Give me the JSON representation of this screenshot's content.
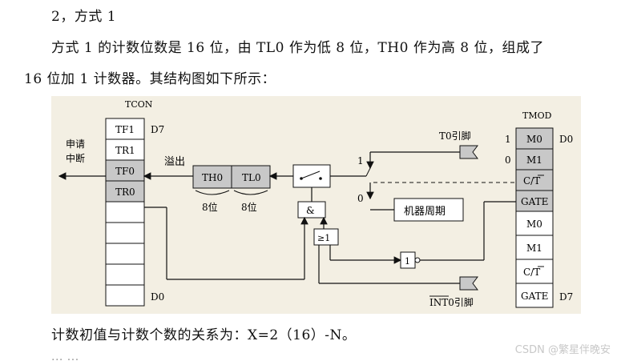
{
  "doc": {
    "heading": "2，方式 1",
    "para1": "方式 1 的计数位数是 16 位，由 TL0 作为低 8 位，TH0 作为高 8 位，组成了",
    "para2": "16 位加 1 计数器。其结构图如下所示：",
    "formula": "计数初值与计数个数的关系为：X=2（16）-N。",
    "partial_next_line": "... ...",
    "watermark": "CSDN @繁星伴晚安"
  },
  "figure": {
    "tcon": {
      "title": "TCON",
      "bits": [
        "TF1",
        "TR1",
        "TF0",
        "TR0",
        "",
        "",
        "",
        ""
      ],
      "top_label": "D7",
      "bottom_label": "D0"
    },
    "tmod": {
      "title": "TMOD",
      "bits": [
        "M0",
        "M1",
        "C/T",
        "GATE",
        "M0",
        "M1",
        "C/T",
        "GATE"
      ],
      "top_label": "D0",
      "bottom_label": "D7",
      "m0_value": "1",
      "m1_value": "0"
    },
    "interrupt_label_1": "申请",
    "interrupt_label_2": "中断",
    "overflow_label": "溢出",
    "th0": "TH0",
    "tl0": "TL0",
    "th0_bits": "8位",
    "tl0_bits": "8位",
    "t0_pin": "T0引脚",
    "switch_pos_1": "1",
    "switch_pos_0": "0",
    "machine_cycle": "机器周期",
    "and_gate": "&",
    "or_gate": "≥1",
    "not_gate": "1",
    "int0_pin": "INT0引脚"
  },
  "colors": {
    "figure_bg": "#f3efe3",
    "shaded_cell": "#c8c8c8",
    "line": "#111111"
  }
}
